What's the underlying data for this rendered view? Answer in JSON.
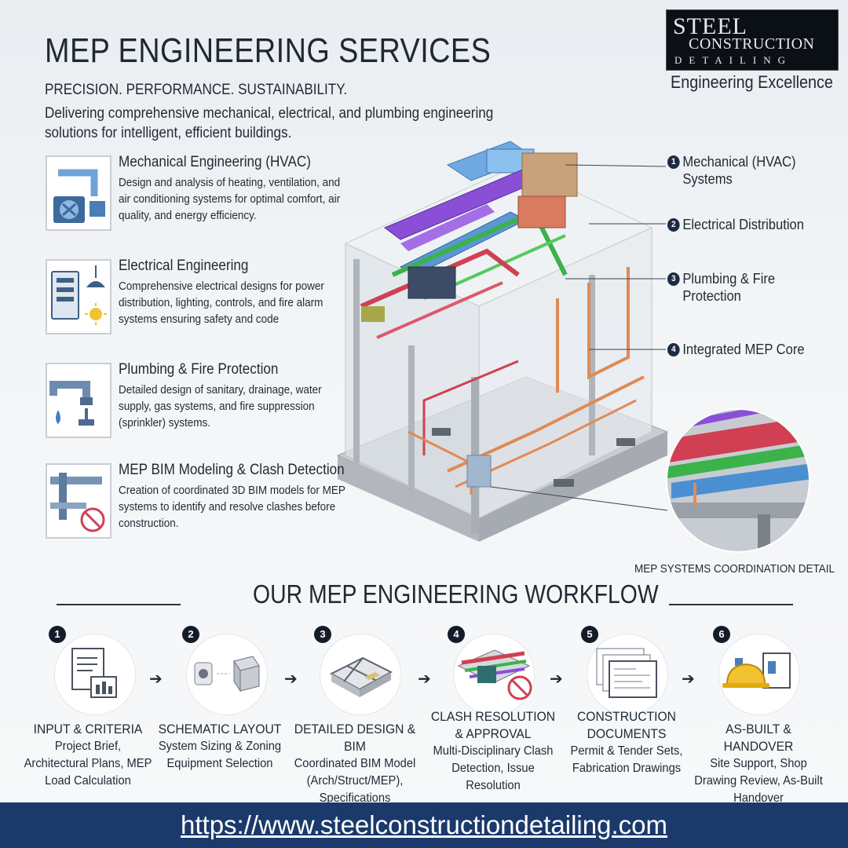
{
  "header": {
    "title": "MEP ENGINEERING SERVICES",
    "tagline": "PRECISION. PERFORMANCE. SUSTAINABILITY.",
    "intro": "Delivering comprehensive mechanical, electrical, and plumbing engineering solutions for intelligent, efficient buildings."
  },
  "logo": {
    "line1": "STEEL",
    "line2": "CONSTRUCTION",
    "line3": "DETAILING",
    "tagline": "Engineering Excellence"
  },
  "services": [
    {
      "title": "Mechanical Engineering (HVAC)",
      "desc": "Design and analysis of heating, ventilation, and air conditioning systems for optimal comfort, air quality, and energy efficiency.",
      "icon": "hvac-icon"
    },
    {
      "title": "Electrical Engineering",
      "desc": "Comprehensive electrical designs for power distribution, lighting, controls, and fire alarm systems ensuring safety and code",
      "icon": "electrical-icon"
    },
    {
      "title": "Plumbing & Fire Protection",
      "desc": "Detailed design of sanitary, drainage, water supply, gas systems, and fire suppression (sprinkler) systems.",
      "icon": "plumbing-icon"
    },
    {
      "title": "MEP BIM Modeling & Clash Detection",
      "desc": "Creation of coordinated 3D BIM models for MEP systems to identify and resolve clashes before construction.",
      "icon": "bim-clash-icon"
    }
  ],
  "callouts": [
    {
      "num": "1",
      "label": "Mechanical (HVAC) Systems"
    },
    {
      "num": "2",
      "label": "Electrical Distribution"
    },
    {
      "num": "3",
      "label": "Plumbing & Fire Protection"
    },
    {
      "num": "4",
      "label": "Integrated MEP Core"
    }
  ],
  "detail_caption": "MEP SYSTEMS COORDINATION DETAIL",
  "workflow": {
    "title": "OUR MEP ENGINEERING WORKFLOW",
    "steps": [
      {
        "num": "1",
        "title": "INPUT & CRITERIA",
        "lines": "Project Brief, Architectural Plans, MEP Load Calculation"
      },
      {
        "num": "2",
        "title": "SCHEMATIC LAYOUT",
        "lines": "System Sizing & Zoning Equipment Selection"
      },
      {
        "num": "3",
        "title": "DETAILED DESIGN & BIM",
        "lines": "Coordinated BIM Model (Arch/Struct/MEP), Specifications"
      },
      {
        "num": "4",
        "title": "CLASH RESOLUTION & APPROVAL",
        "lines": "Multi-Disciplinary Clash Detection, Issue Resolution"
      },
      {
        "num": "5",
        "title": "CONSTRUCTION DOCUMENTS",
        "lines": "Permit & Tender Sets, Fabrication Drawings"
      },
      {
        "num": "6",
        "title": "AS-BUILT & HANDOVER",
        "lines": "Site Support, Shop Drawing Review, As-Built Handover"
      }
    ]
  },
  "footer": {
    "url": "https://www.steelconstructiondetailing.com"
  },
  "colors": {
    "navy": "#1b3a6b",
    "hvac": "#4a8fd1",
    "electrical": "#7a3fc4",
    "plumbing": "#e08a55",
    "fire": "#d04052",
    "green": "#3bb24a"
  }
}
